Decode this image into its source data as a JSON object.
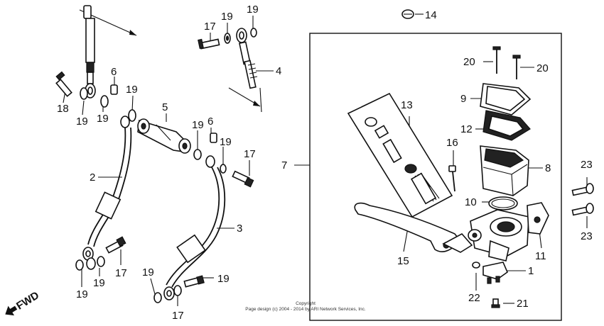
{
  "callouts": [
    "14",
    "17",
    "19",
    "19",
    "4",
    "6",
    "18",
    "19",
    "19",
    "19",
    "5",
    "19",
    "6",
    "19",
    "17",
    "2",
    "3",
    "17",
    "19",
    "19",
    "19",
    "19",
    "17",
    "20",
    "20",
    "9",
    "12",
    "13",
    "16",
    "8",
    "7",
    "10",
    "23",
    "23",
    "11",
    "15",
    "1",
    "22",
    "21"
  ],
  "fwd_label": "FWD",
  "copyright": {
    "line1": "Copyright",
    "line2": "Page design (c) 2004 - 2014 by ARI Network Services, Inc."
  }
}
